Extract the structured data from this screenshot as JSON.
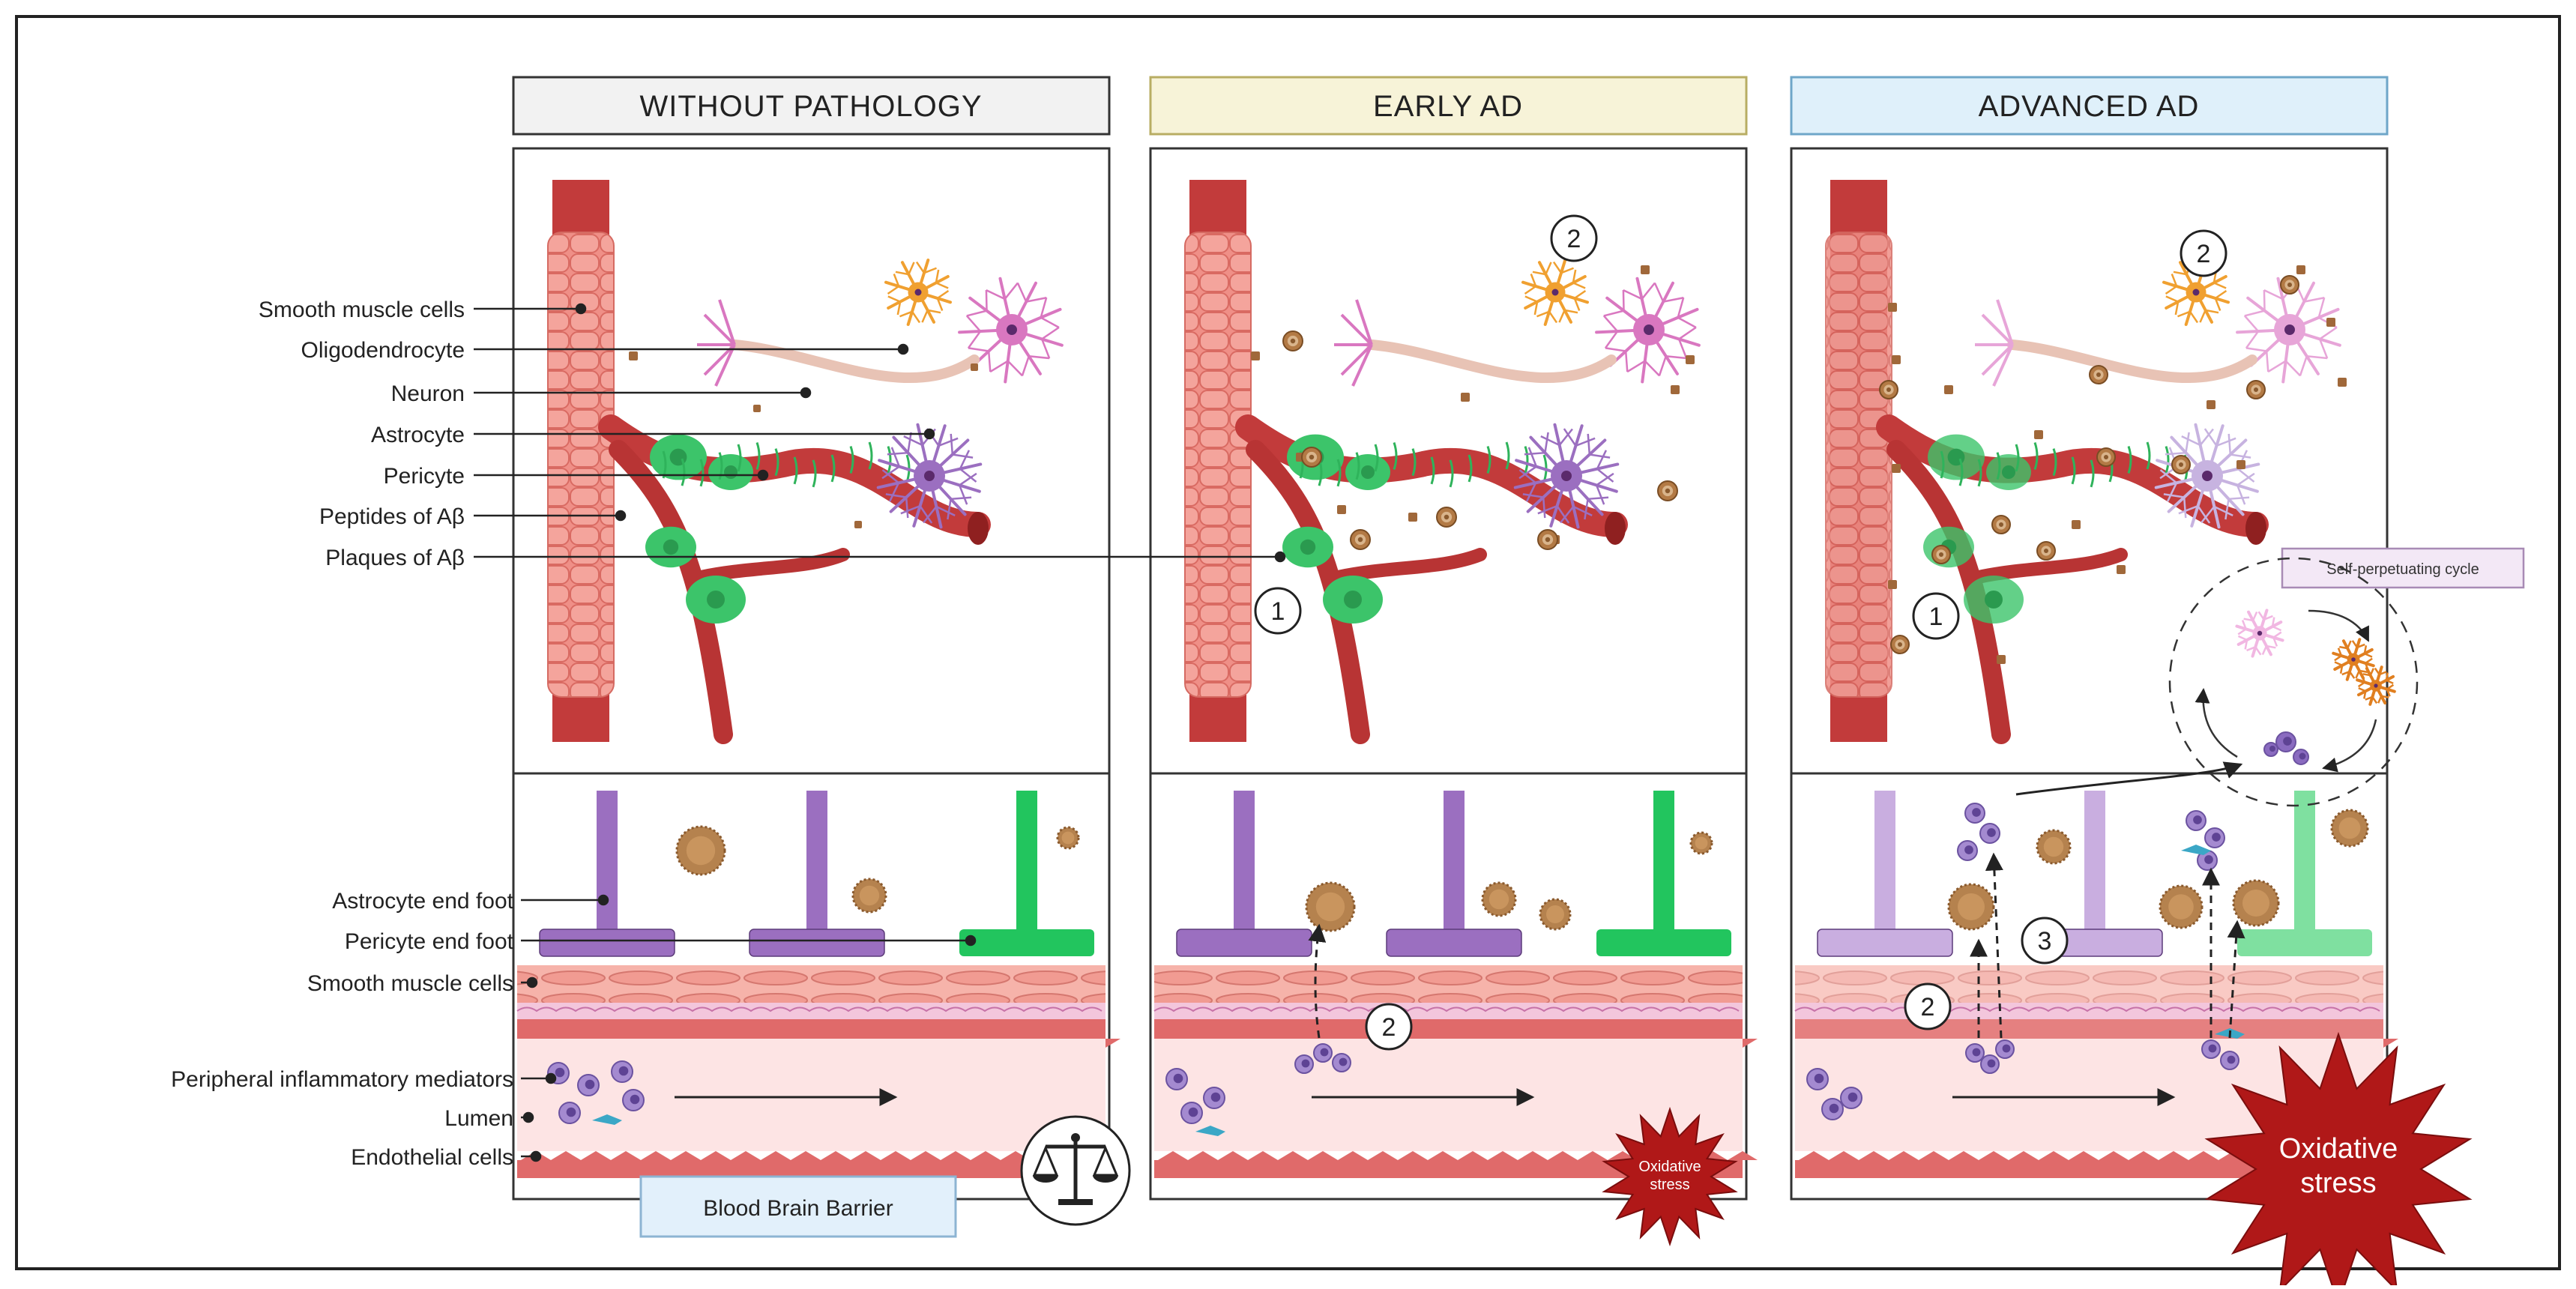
{
  "panels": [
    {
      "title": "WITHOUT PATHOLOGY",
      "header_color": "#f2f2f2"
    },
    {
      "title": "EARLY AD",
      "header_color": "#f7f3d8"
    },
    {
      "title": "ADVANCED AD",
      "header_color": "#dff0fa"
    }
  ],
  "upper_labels": [
    "Smooth muscle cells",
    "Oligodendrocyte",
    "Neuron",
    "Astrocyte",
    "Pericyte",
    "Peptides of Aβ",
    "Plaques of Aβ"
  ],
  "lower_labels": [
    "Astrocyte end foot",
    "Pericyte end foot",
    "Smooth muscle cells",
    "Peripheral inflammatory mediators",
    "Lumen",
    "Endothelial cells"
  ],
  "bbb_label": "Blood Brain Barrier",
  "cycle_label": "Self-perpetuating cycle",
  "oxidative_stress_label_early": "Oxidative stress",
  "oxidative_stress_label_advanced": "Oxidative stress",
  "markers": {
    "early_1": "1",
    "early_2": "2",
    "early_lower_2": "2",
    "adv_1": "1",
    "adv_2": "2",
    "adv_lower_2": "2",
    "adv_lower_3": "3"
  },
  "colors": {
    "vessel": "#d9534f",
    "vessel_dark": "#b83a3a",
    "smooth_muscle": "#ef8f87",
    "pericyte": "#3cc46a",
    "astrocyte": "#9b6fc0",
    "neuron": "#d977c0",
    "oligodendrocyte": "#f0a030",
    "plaque": "#a0683a",
    "lumen": "#fde4e4",
    "oxidative": "#b01818"
  }
}
